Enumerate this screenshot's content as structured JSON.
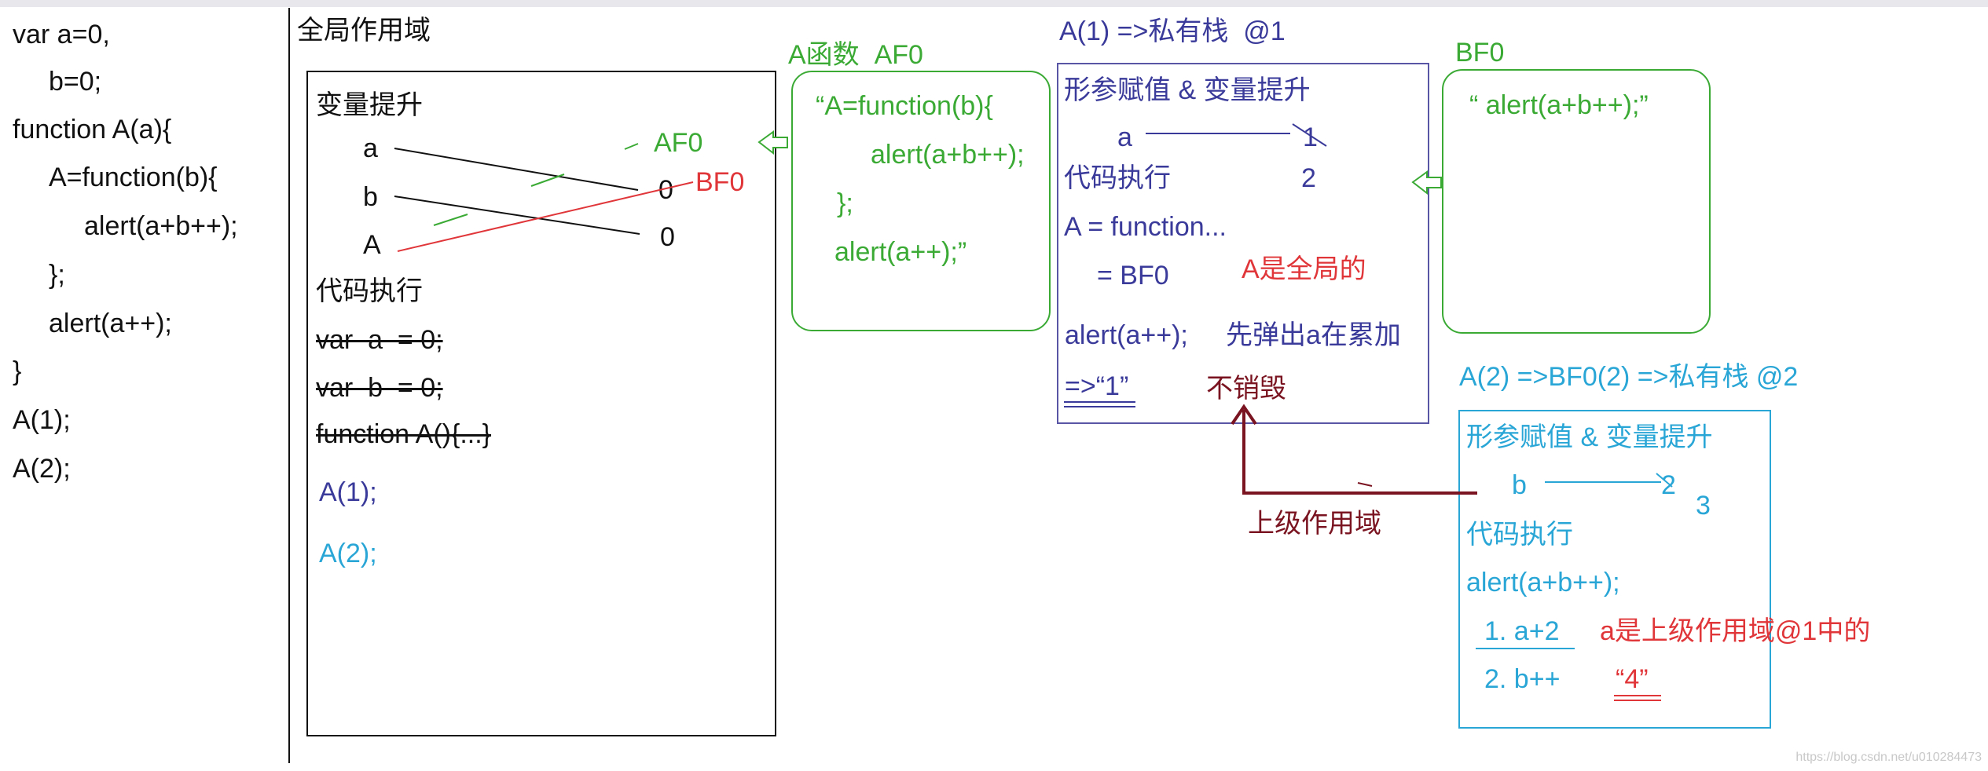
{
  "code": {
    "lines": [
      "var a=0,",
      "b=0;",
      "function A(a){",
      "A=function(b){",
      "alert(a+b++);",
      "};",
      "alert(a++);",
      "}",
      "A(1);",
      "A(2);"
    ]
  },
  "global": {
    "title": "全局作用域",
    "hoist_title": "变量提升",
    "var_a": "a",
    "var_b": "b",
    "var_A": "A",
    "val_a": "0",
    "val_b": "0",
    "ref_af0": "AF0",
    "ref_bf0": "BF0",
    "exec_title": "代码执行",
    "stmt1": "var  a  = 0;",
    "stmt2": "var  b  = 0;",
    "stmt3": "function A(){...}",
    "call1": "A(1);",
    "call2": "A(2);"
  },
  "af0": {
    "title": "A函数  AF0",
    "line1": "“A=function(b){",
    "line2": "alert(a+b++);",
    "line3": "};",
    "line4": "alert(a++);”"
  },
  "stack1": {
    "title": "A(1) =>私有栈  @1",
    "param_title": "形参赋值 & 变量提升",
    "a_label": "a",
    "a_old": "1",
    "a_new": "2",
    "exec_title": "代码执行",
    "assign": "A = function...",
    "assign_ref": "= BF0",
    "note_global": "A是全局的",
    "alert": "alert(a++);",
    "alert_note": "先弹出a在累加",
    "result": "=>“1”",
    "not_destroyed": "不销毁",
    "parent_scope": "上级作用域"
  },
  "bf0": {
    "title": "BF0",
    "code": "“ alert(a+b++);”"
  },
  "stack2": {
    "title": "A(2) =>BF0(2) =>私有栈 @2",
    "param_title": "形参赋值 & 变量提升",
    "b_label": "b",
    "b_old": "2",
    "b_new": "3",
    "exec_title": "代码执行",
    "alert": "alert(a+b++);",
    "step1": "1. a+2",
    "step1_note": "a是上级作用域@1中的",
    "step2": "2. b++",
    "result": "“4”"
  },
  "watermark": "https://blog.csdn.net/u010284473",
  "colors": {
    "black": "#111111",
    "green": "#3aaa35",
    "red": "#e0363a",
    "blue": "#3a3a9a",
    "cyan": "#2aa6d6",
    "darkred": "#7a1420",
    "purple_border": "#5a56a6"
  }
}
